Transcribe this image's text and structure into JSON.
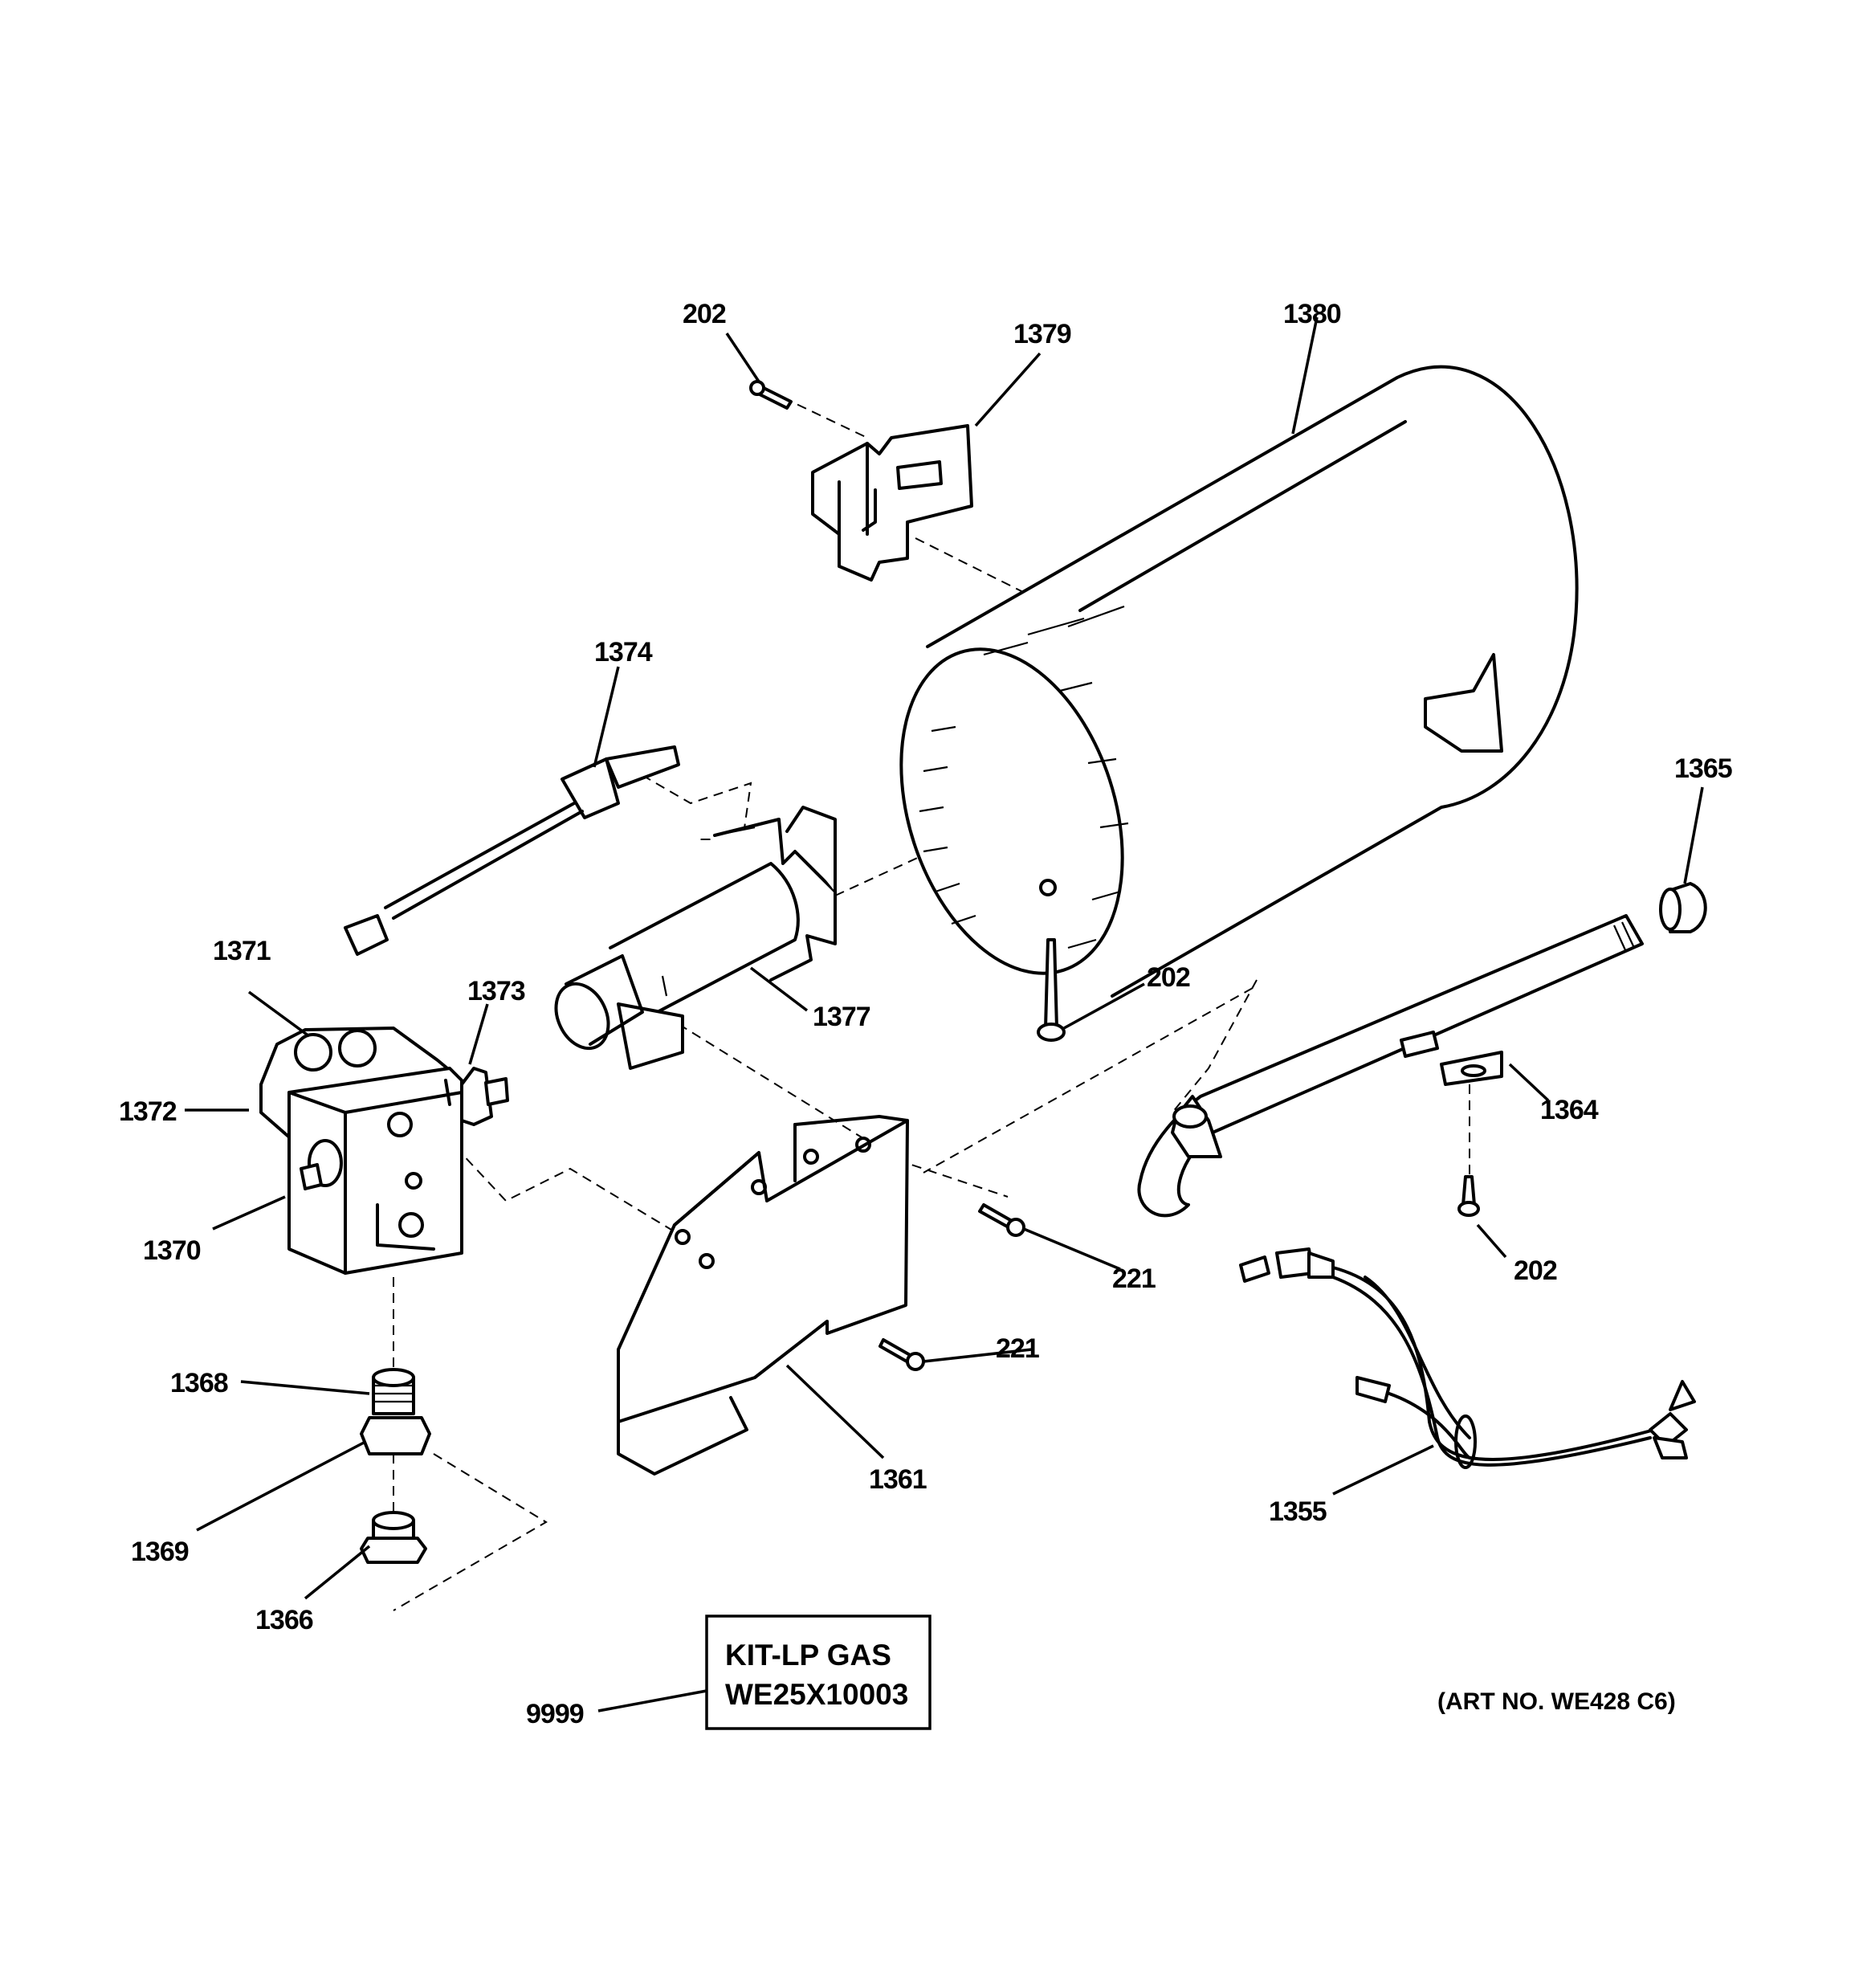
{
  "callouts": {
    "c202_top": "202",
    "c1379": "1379",
    "c1380": "1380",
    "c1374": "1374",
    "c1365": "1365",
    "c1371": "1371",
    "c1373": "1373",
    "c1377": "1377",
    "c202_mid": "202",
    "c1372": "1372",
    "c1364": "1364",
    "c1370": "1370",
    "c221_a": "221",
    "c202_right": "202",
    "c221_b": "221",
    "c1368": "1368",
    "c1361": "1361",
    "c1369": "1369",
    "c1355": "1355",
    "c1366": "1366",
    "c9999": "9999"
  },
  "kit_box": {
    "line1": "KIT-LP GAS",
    "line2": "WE25X10003"
  },
  "art_number": "(ART NO. WE428 C6)"
}
